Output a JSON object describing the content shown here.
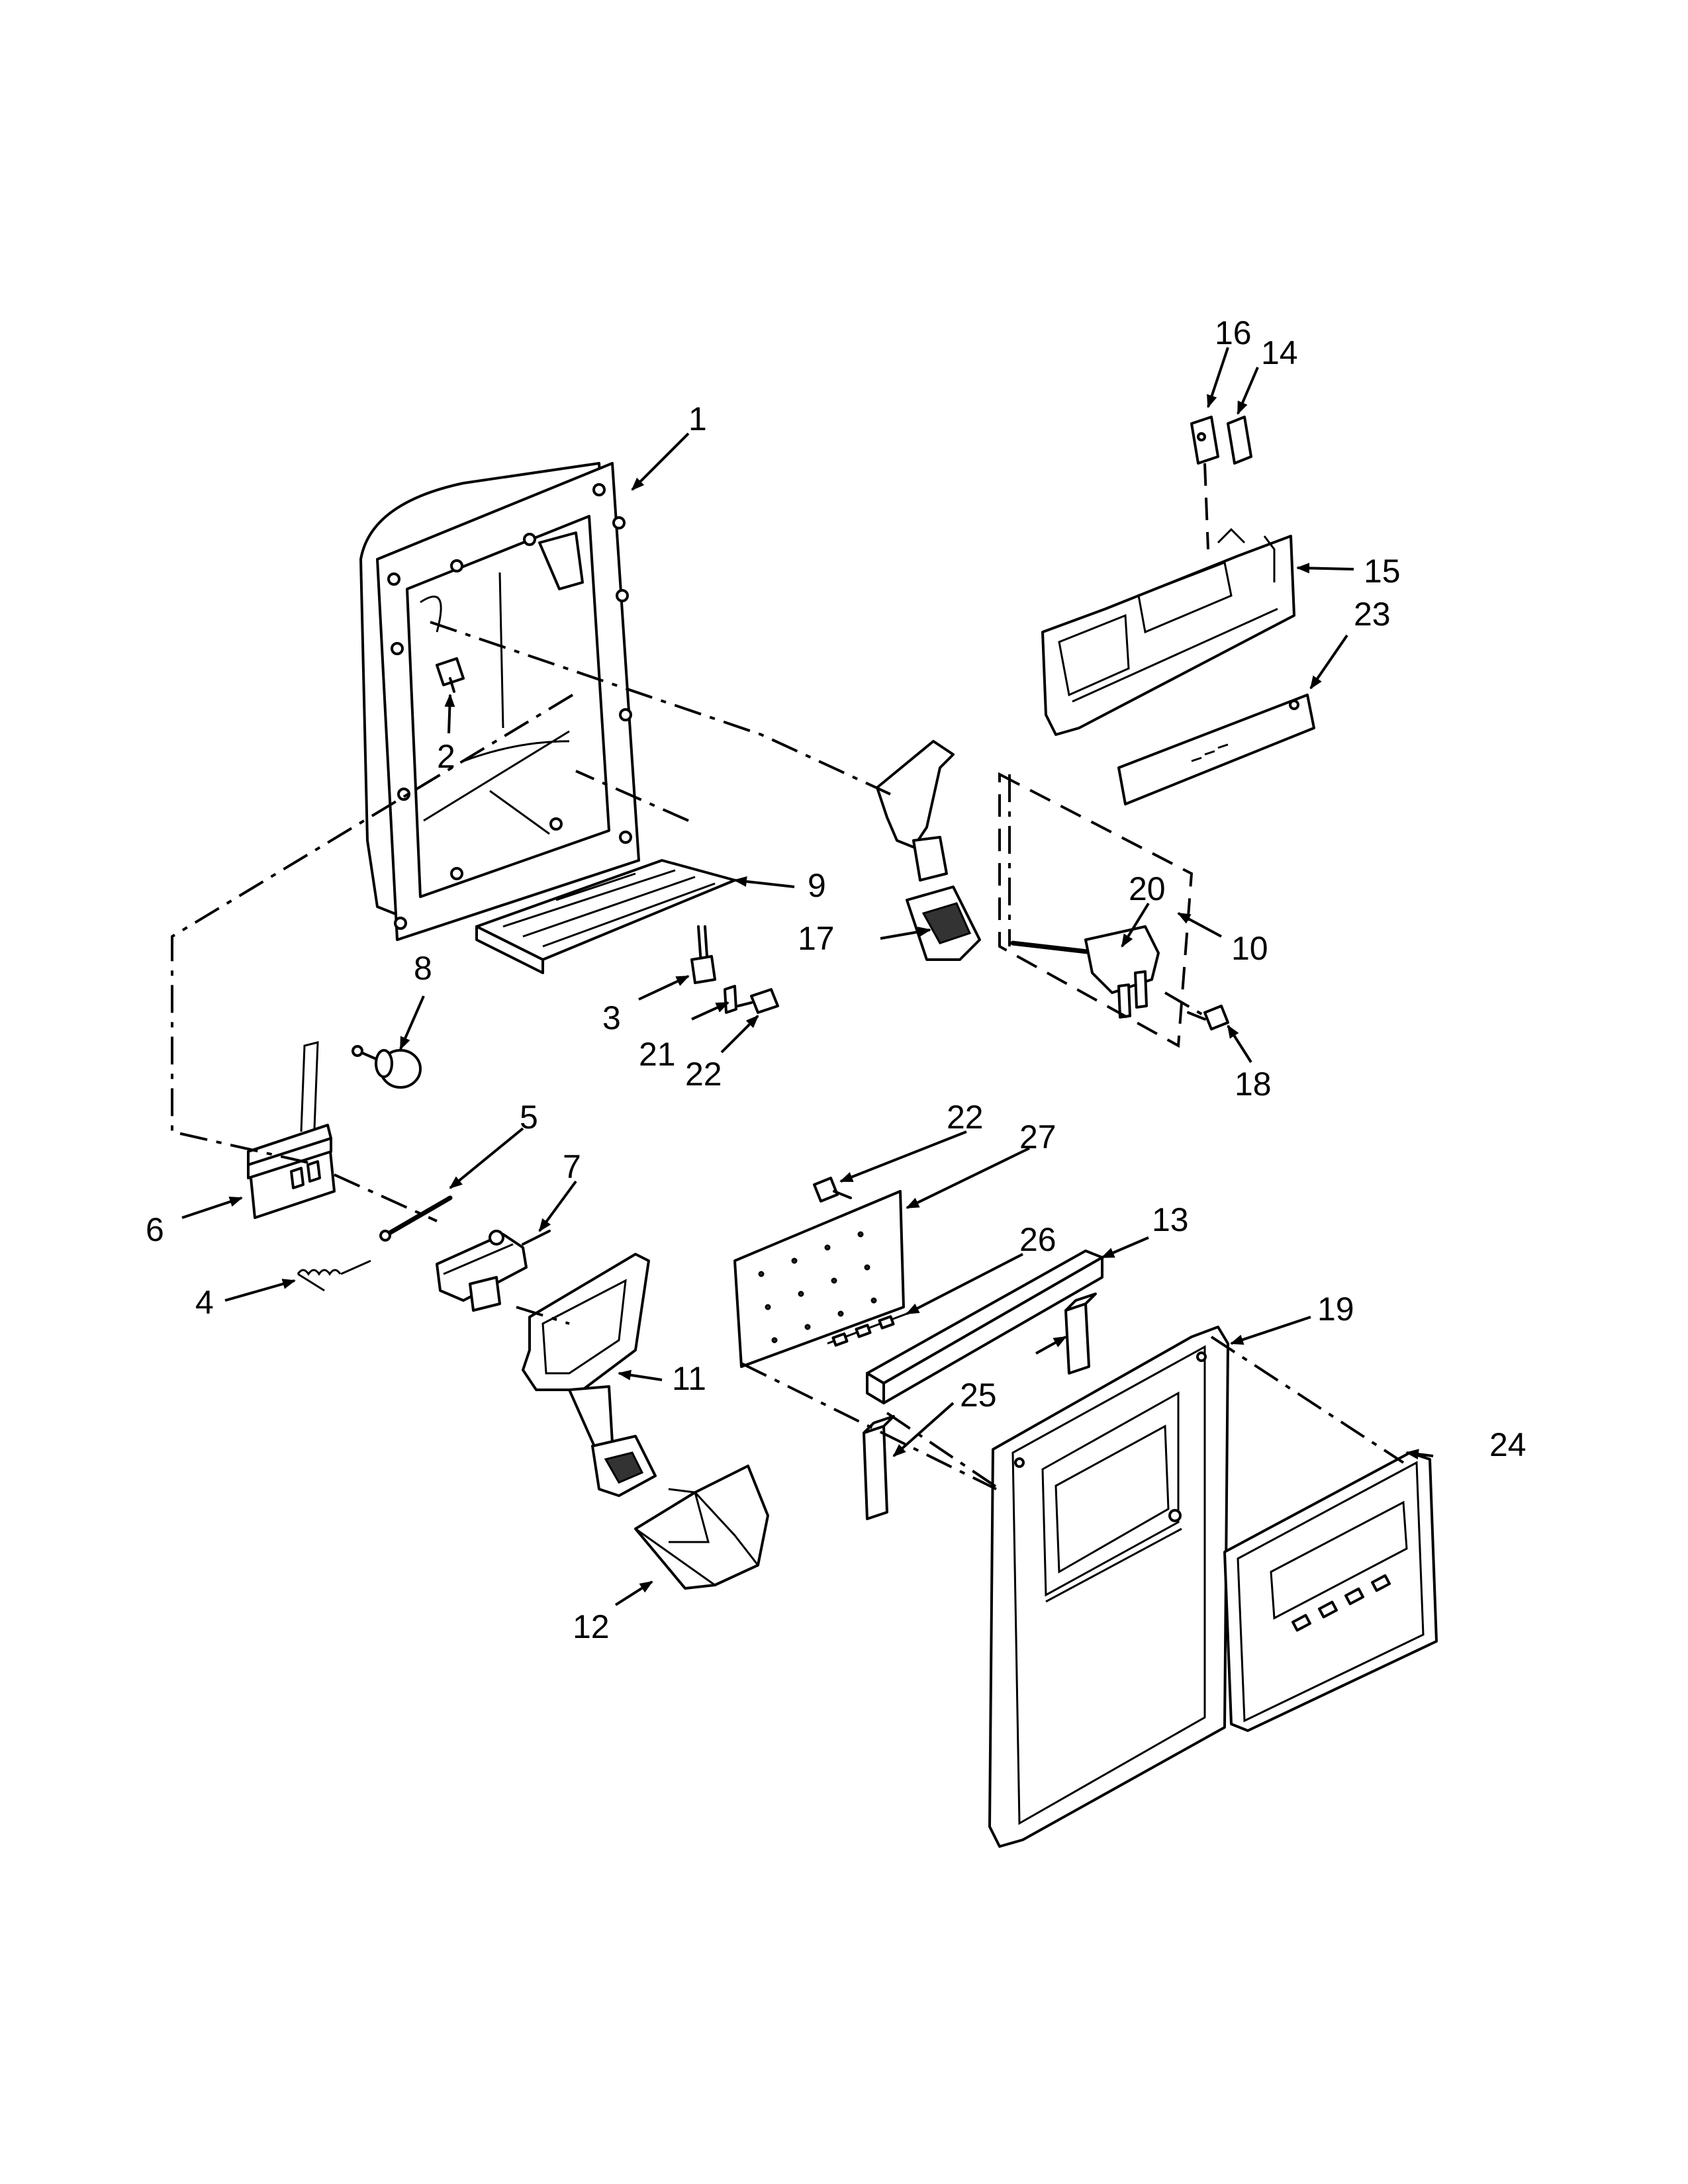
{
  "callouts": [
    {
      "id": "c1",
      "label": "1"
    },
    {
      "id": "c2",
      "label": "2"
    },
    {
      "id": "c3",
      "label": "3"
    },
    {
      "id": "c4",
      "label": "4"
    },
    {
      "id": "c5",
      "label": "5"
    },
    {
      "id": "c6",
      "label": "6"
    },
    {
      "id": "c7",
      "label": "7"
    },
    {
      "id": "c8",
      "label": "8"
    },
    {
      "id": "c9",
      "label": "9"
    },
    {
      "id": "c10",
      "label": "10"
    },
    {
      "id": "c11",
      "label": "11"
    },
    {
      "id": "c12",
      "label": "12"
    },
    {
      "id": "c13",
      "label": "13"
    },
    {
      "id": "c14",
      "label": "14"
    },
    {
      "id": "c15",
      "label": "15"
    },
    {
      "id": "c16",
      "label": "16"
    },
    {
      "id": "c17",
      "label": "17"
    },
    {
      "id": "c18",
      "label": "18"
    },
    {
      "id": "c19",
      "label": "19"
    },
    {
      "id": "c20",
      "label": "20"
    },
    {
      "id": "c21",
      "label": "21"
    },
    {
      "id": "c22a",
      "label": "22"
    },
    {
      "id": "c22b",
      "label": "22"
    },
    {
      "id": "c23",
      "label": "23"
    },
    {
      "id": "c24",
      "label": "24"
    },
    {
      "id": "c25",
      "label": "25"
    },
    {
      "id": "c26",
      "label": "26"
    },
    {
      "id": "c27",
      "label": "27"
    }
  ]
}
